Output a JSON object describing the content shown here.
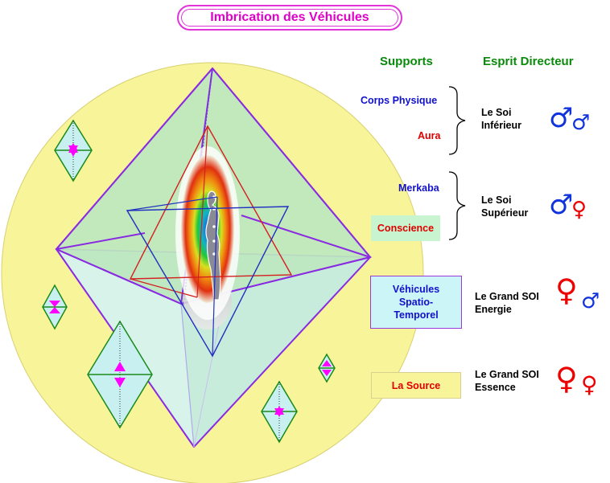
{
  "title": "Imbrication des Véhicules",
  "headers": {
    "supports": "Supports",
    "esprit": "Esprit Directeur"
  },
  "supports": {
    "corps_physique": "Corps Physique",
    "aura": "Aura",
    "merkaba": "Merkaba",
    "conscience": "Conscience",
    "vehicules": [
      "Véhicules",
      "Spatio-",
      "Temporel"
    ],
    "source": "La Source"
  },
  "esprit": {
    "soi_inferieur": [
      "Le Soi",
      "Inférieur"
    ],
    "soi_superieur": [
      "Le Soi",
      "Supérieur"
    ],
    "grand_soi_energie": [
      "Le Grand SOI",
      "Energie"
    ],
    "grand_soi_essence": [
      "Le Grand SOI",
      "Essence"
    ]
  },
  "symbols": {
    "male": "♂",
    "female": "♀"
  },
  "colors": {
    "title": "#e000c8",
    "header": "#0a8a0a",
    "circle": "#f7f49a",
    "octa_stroke": "#8a2be2",
    "merkaba_red": "#d42020",
    "merkaba_blue": "#2030c0",
    "male_symbol": "#1133dd",
    "female_symbol": "#ee0000"
  }
}
